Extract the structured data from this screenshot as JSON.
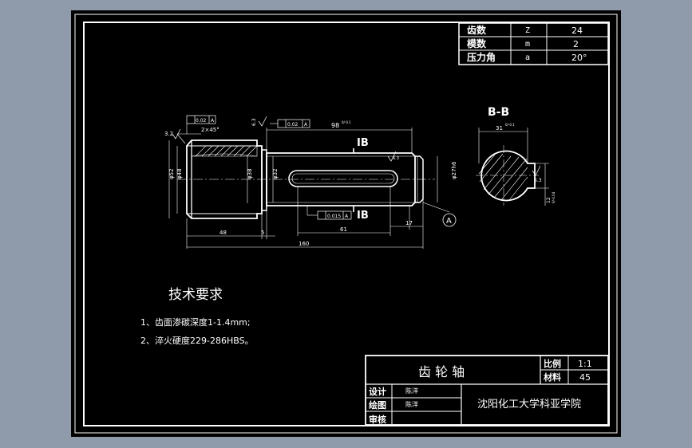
{
  "gear_table": [
    {
      "name": "齿数",
      "symbol": "Z",
      "value": "24"
    },
    {
      "name": "模数",
      "symbol": "m",
      "value": "2"
    },
    {
      "name": "压力角",
      "symbol": "a",
      "value": "20°"
    }
  ],
  "section_title": "B-B",
  "tech": {
    "title": "技术要求",
    "items": [
      "1、齿面渗碳深度1-1.4mm;",
      "2、淬火硬度229-286HBS。"
    ]
  },
  "title_block": {
    "part_name": "齿 轮 轴",
    "scale_label": "比例",
    "scale_value": "1:1",
    "material_label": "材料",
    "material_value": "45",
    "design_label": "设计",
    "design_name": "陈洋",
    "drawing_label": "绘图",
    "drawing_name": "陈洋",
    "review_label": "审核",
    "school": "沈阳化工大学科亚学院"
  },
  "dims": {
    "chamfer": "2×45°",
    "chamfer_left": "3.2",
    "ra": "6.3",
    "tol1": "0.02",
    "tol_datum": "A",
    "perp": "0.02",
    "keyway_len": "98",
    "keyway_tol": "0/-0.1",
    "section_mark_top": "IB",
    "section_mark_bottom": "IB",
    "sym_tol": "0.015",
    "d52": "φ52",
    "d48": "φ48",
    "d38": "φ38",
    "d32": "φ32",
    "d27": "φ27h6",
    "ra2": "6.3",
    "len48": "48",
    "len5": "5",
    "len61": "61",
    "len17": "17",
    "len160": "160",
    "datum": "A",
    "b_width": "31",
    "b_width_tol": "0/-0.1",
    "b_ra": "6.3",
    "b_depth": "12",
    "b_depth_tol": "0/-0.04"
  }
}
